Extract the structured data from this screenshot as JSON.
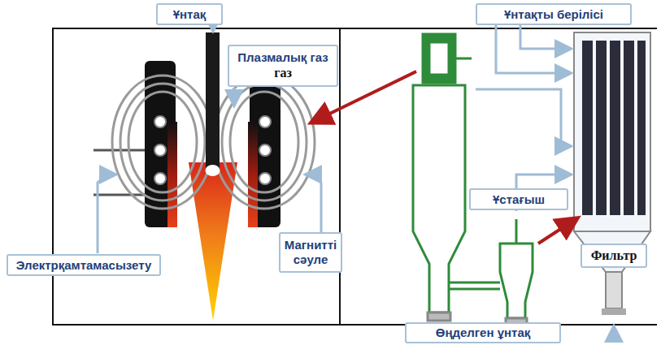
{
  "diagram": {
    "nodes": [
      {
        "text": [
          "Ұнтақ"
        ]
      },
      {
        "text": [
          "Плазмалық газ",
          "газ"
        ]
      },
      {
        "text": [
          "Электрқамтамасызету"
        ]
      },
      {
        "text": [
          "Магнитті сәуле"
        ]
      },
      {
        "text": [
          "Ұнтақты берілісі"
        ]
      },
      {
        "text": [
          "Ұстағыш"
        ]
      },
      {
        "text": [
          "Фильтр"
        ]
      },
      {
        "text": [
          "Өңделген ұнтақ"
        ]
      }
    ]
  }
}
